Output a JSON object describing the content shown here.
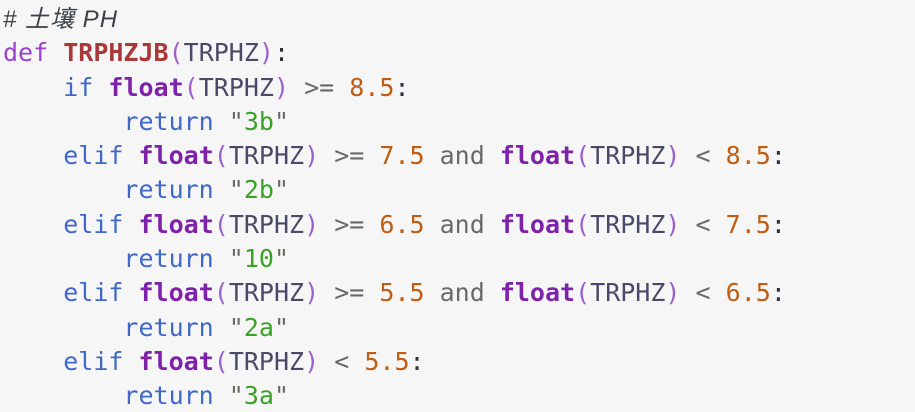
{
  "colors": {
    "background": "#f6f6f7",
    "comment": "#3c4045",
    "keyword_def": "#9d43c8",
    "function_name": "#a93939",
    "paren": "#9b5fd0",
    "identifier": "#4b4968",
    "punctuation": "#32323e",
    "keyword_flow": "#4068c8",
    "builtin": "#7e22aa",
    "operator": "#696969",
    "number": "#bf5d12",
    "string_quote": "#6a6a62",
    "string": "#3aa327"
  },
  "code": {
    "lines": [
      [
        {
          "t": "# 土壤 PH",
          "s": "comment"
        }
      ],
      [
        {
          "t": "def",
          "s": "kd"
        },
        {
          "t": " ",
          "s": "ws"
        },
        {
          "t": "TRPHZJB",
          "s": "fn"
        },
        {
          "t": "(",
          "s": "p"
        },
        {
          "t": "TRPHZ",
          "s": "id"
        },
        {
          "t": ")",
          "s": "p"
        },
        {
          "t": ":",
          "s": "pu"
        }
      ],
      [
        {
          "t": "    ",
          "s": "ws"
        },
        {
          "t": "if",
          "s": "kf"
        },
        {
          "t": " ",
          "s": "ws"
        },
        {
          "t": "float",
          "s": "bi"
        },
        {
          "t": "(",
          "s": "p"
        },
        {
          "t": "TRPHZ",
          "s": "id"
        },
        {
          "t": ")",
          "s": "p"
        },
        {
          "t": " ",
          "s": "ws"
        },
        {
          "t": ">=",
          "s": "op"
        },
        {
          "t": " ",
          "s": "ws"
        },
        {
          "t": "8.5",
          "s": "nu"
        },
        {
          "t": ":",
          "s": "pu"
        }
      ],
      [
        {
          "t": "        ",
          "s": "ws"
        },
        {
          "t": "return",
          "s": "kf"
        },
        {
          "t": " ",
          "s": "ws"
        },
        {
          "t": "\"",
          "s": "q"
        },
        {
          "t": "3b",
          "s": "st"
        },
        {
          "t": "\"",
          "s": "q"
        }
      ],
      [
        {
          "t": "    ",
          "s": "ws"
        },
        {
          "t": "elif",
          "s": "kf"
        },
        {
          "t": " ",
          "s": "ws"
        },
        {
          "t": "float",
          "s": "bi"
        },
        {
          "t": "(",
          "s": "p"
        },
        {
          "t": "TRPHZ",
          "s": "id"
        },
        {
          "t": ")",
          "s": "p"
        },
        {
          "t": " ",
          "s": "ws"
        },
        {
          "t": ">=",
          "s": "op"
        },
        {
          "t": " ",
          "s": "ws"
        },
        {
          "t": "7.5",
          "s": "nu"
        },
        {
          "t": " ",
          "s": "ws"
        },
        {
          "t": "and",
          "s": "op"
        },
        {
          "t": " ",
          "s": "ws"
        },
        {
          "t": "float",
          "s": "bi"
        },
        {
          "t": "(",
          "s": "p"
        },
        {
          "t": "TRPHZ",
          "s": "id"
        },
        {
          "t": ")",
          "s": "p"
        },
        {
          "t": " ",
          "s": "ws"
        },
        {
          "t": "<",
          "s": "op"
        },
        {
          "t": " ",
          "s": "ws"
        },
        {
          "t": "8.5",
          "s": "nu"
        },
        {
          "t": ":",
          "s": "pu"
        }
      ],
      [
        {
          "t": "        ",
          "s": "ws"
        },
        {
          "t": "return",
          "s": "kf"
        },
        {
          "t": " ",
          "s": "ws"
        },
        {
          "t": "\"",
          "s": "q"
        },
        {
          "t": "2b",
          "s": "st"
        },
        {
          "t": "\"",
          "s": "q"
        }
      ],
      [
        {
          "t": "    ",
          "s": "ws"
        },
        {
          "t": "elif",
          "s": "kf"
        },
        {
          "t": " ",
          "s": "ws"
        },
        {
          "t": "float",
          "s": "bi"
        },
        {
          "t": "(",
          "s": "p"
        },
        {
          "t": "TRPHZ",
          "s": "id"
        },
        {
          "t": ")",
          "s": "p"
        },
        {
          "t": " ",
          "s": "ws"
        },
        {
          "t": ">=",
          "s": "op"
        },
        {
          "t": " ",
          "s": "ws"
        },
        {
          "t": "6.5",
          "s": "nu"
        },
        {
          "t": " ",
          "s": "ws"
        },
        {
          "t": "and",
          "s": "op"
        },
        {
          "t": " ",
          "s": "ws"
        },
        {
          "t": "float",
          "s": "bi"
        },
        {
          "t": "(",
          "s": "p"
        },
        {
          "t": "TRPHZ",
          "s": "id"
        },
        {
          "t": ")",
          "s": "p"
        },
        {
          "t": " ",
          "s": "ws"
        },
        {
          "t": "<",
          "s": "op"
        },
        {
          "t": " ",
          "s": "ws"
        },
        {
          "t": "7.5",
          "s": "nu"
        },
        {
          "t": ":",
          "s": "pu"
        }
      ],
      [
        {
          "t": "        ",
          "s": "ws"
        },
        {
          "t": "return",
          "s": "kf"
        },
        {
          "t": " ",
          "s": "ws"
        },
        {
          "t": "\"",
          "s": "q"
        },
        {
          "t": "10",
          "s": "st"
        },
        {
          "t": "\"",
          "s": "q"
        }
      ],
      [
        {
          "t": "    ",
          "s": "ws"
        },
        {
          "t": "elif",
          "s": "kf"
        },
        {
          "t": " ",
          "s": "ws"
        },
        {
          "t": "float",
          "s": "bi"
        },
        {
          "t": "(",
          "s": "p"
        },
        {
          "t": "TRPHZ",
          "s": "id"
        },
        {
          "t": ")",
          "s": "p"
        },
        {
          "t": " ",
          "s": "ws"
        },
        {
          "t": ">=",
          "s": "op"
        },
        {
          "t": " ",
          "s": "ws"
        },
        {
          "t": "5.5",
          "s": "nu"
        },
        {
          "t": " ",
          "s": "ws"
        },
        {
          "t": "and",
          "s": "op"
        },
        {
          "t": " ",
          "s": "ws"
        },
        {
          "t": "float",
          "s": "bi"
        },
        {
          "t": "(",
          "s": "p"
        },
        {
          "t": "TRPHZ",
          "s": "id"
        },
        {
          "t": ")",
          "s": "p"
        },
        {
          "t": " ",
          "s": "ws"
        },
        {
          "t": "<",
          "s": "op"
        },
        {
          "t": " ",
          "s": "ws"
        },
        {
          "t": "6.5",
          "s": "nu"
        },
        {
          "t": ":",
          "s": "pu"
        }
      ],
      [
        {
          "t": "        ",
          "s": "ws"
        },
        {
          "t": "return",
          "s": "kf"
        },
        {
          "t": " ",
          "s": "ws"
        },
        {
          "t": "\"",
          "s": "q"
        },
        {
          "t": "2a",
          "s": "st"
        },
        {
          "t": "\"",
          "s": "q"
        }
      ],
      [
        {
          "t": "    ",
          "s": "ws"
        },
        {
          "t": "elif",
          "s": "kf"
        },
        {
          "t": " ",
          "s": "ws"
        },
        {
          "t": "float",
          "s": "bi"
        },
        {
          "t": "(",
          "s": "p"
        },
        {
          "t": "TRPHZ",
          "s": "id"
        },
        {
          "t": ")",
          "s": "p"
        },
        {
          "t": " ",
          "s": "ws"
        },
        {
          "t": "<",
          "s": "op"
        },
        {
          "t": " ",
          "s": "ws"
        },
        {
          "t": "5.5",
          "s": "nu"
        },
        {
          "t": ":",
          "s": "pu"
        }
      ],
      [
        {
          "t": "        ",
          "s": "ws"
        },
        {
          "t": "return",
          "s": "kf"
        },
        {
          "t": " ",
          "s": "ws"
        },
        {
          "t": "\"",
          "s": "q"
        },
        {
          "t": "3a",
          "s": "st"
        },
        {
          "t": "\"",
          "s": "q"
        }
      ]
    ]
  }
}
